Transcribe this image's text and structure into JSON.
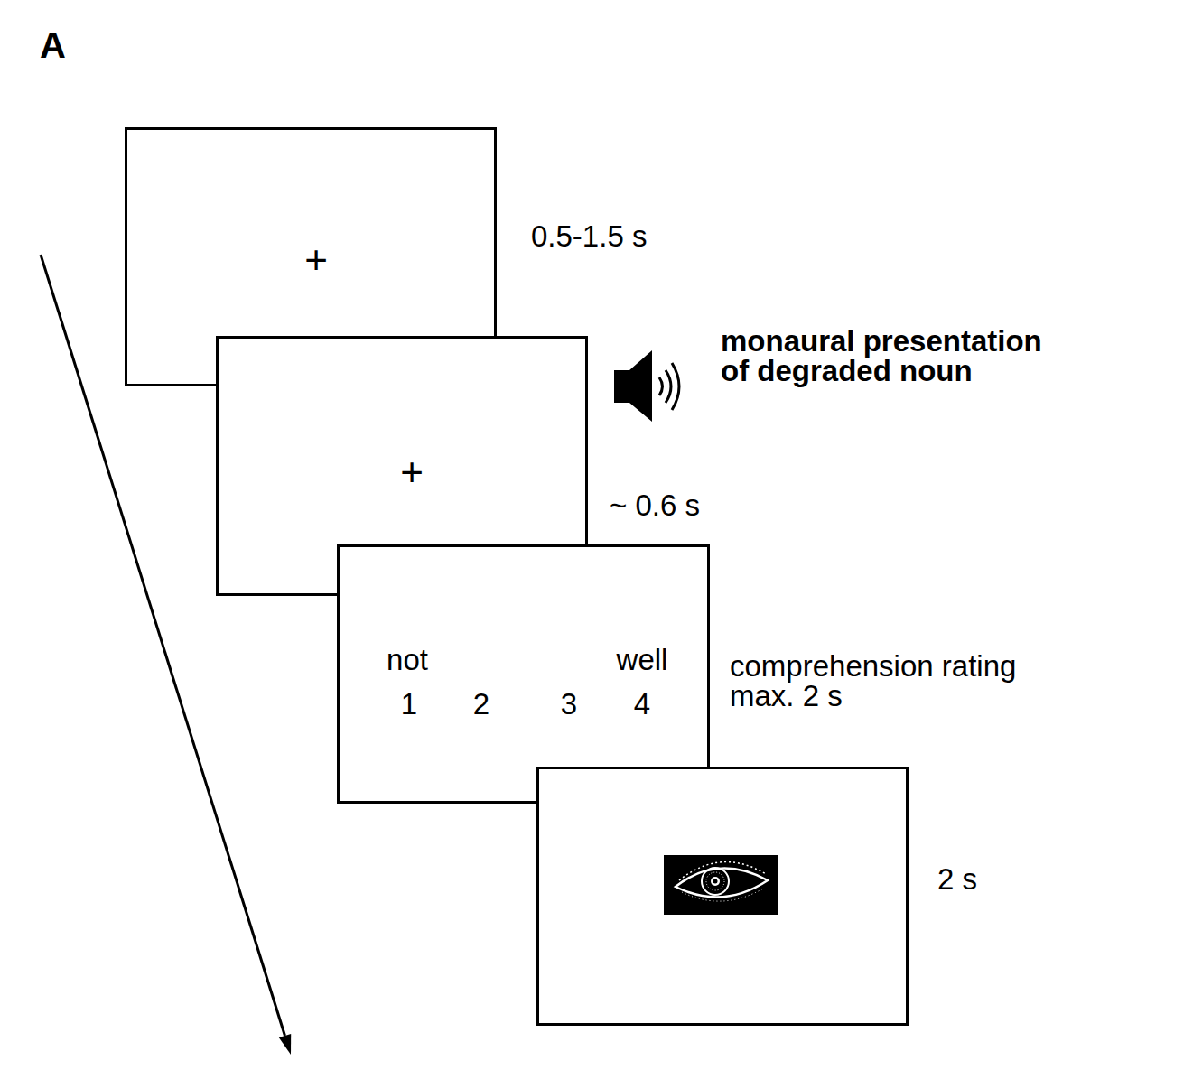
{
  "diagram": {
    "nodes": [
      {
        "text": [
          "+",
          "0.5-1.5 s"
        ]
      },
      {
        "text": [
          "+",
          "monaural presentation of degraded noun",
          "~ 0.6 s"
        ]
      },
      {
        "text": [
          "not",
          "well",
          "1",
          "2",
          "3",
          "4",
          "comprehension rating max. 2 s"
        ]
      },
      {
        "text": [
          "2 s"
        ]
      }
    ],
    "labels": [
      "A"
    ]
  }
}
